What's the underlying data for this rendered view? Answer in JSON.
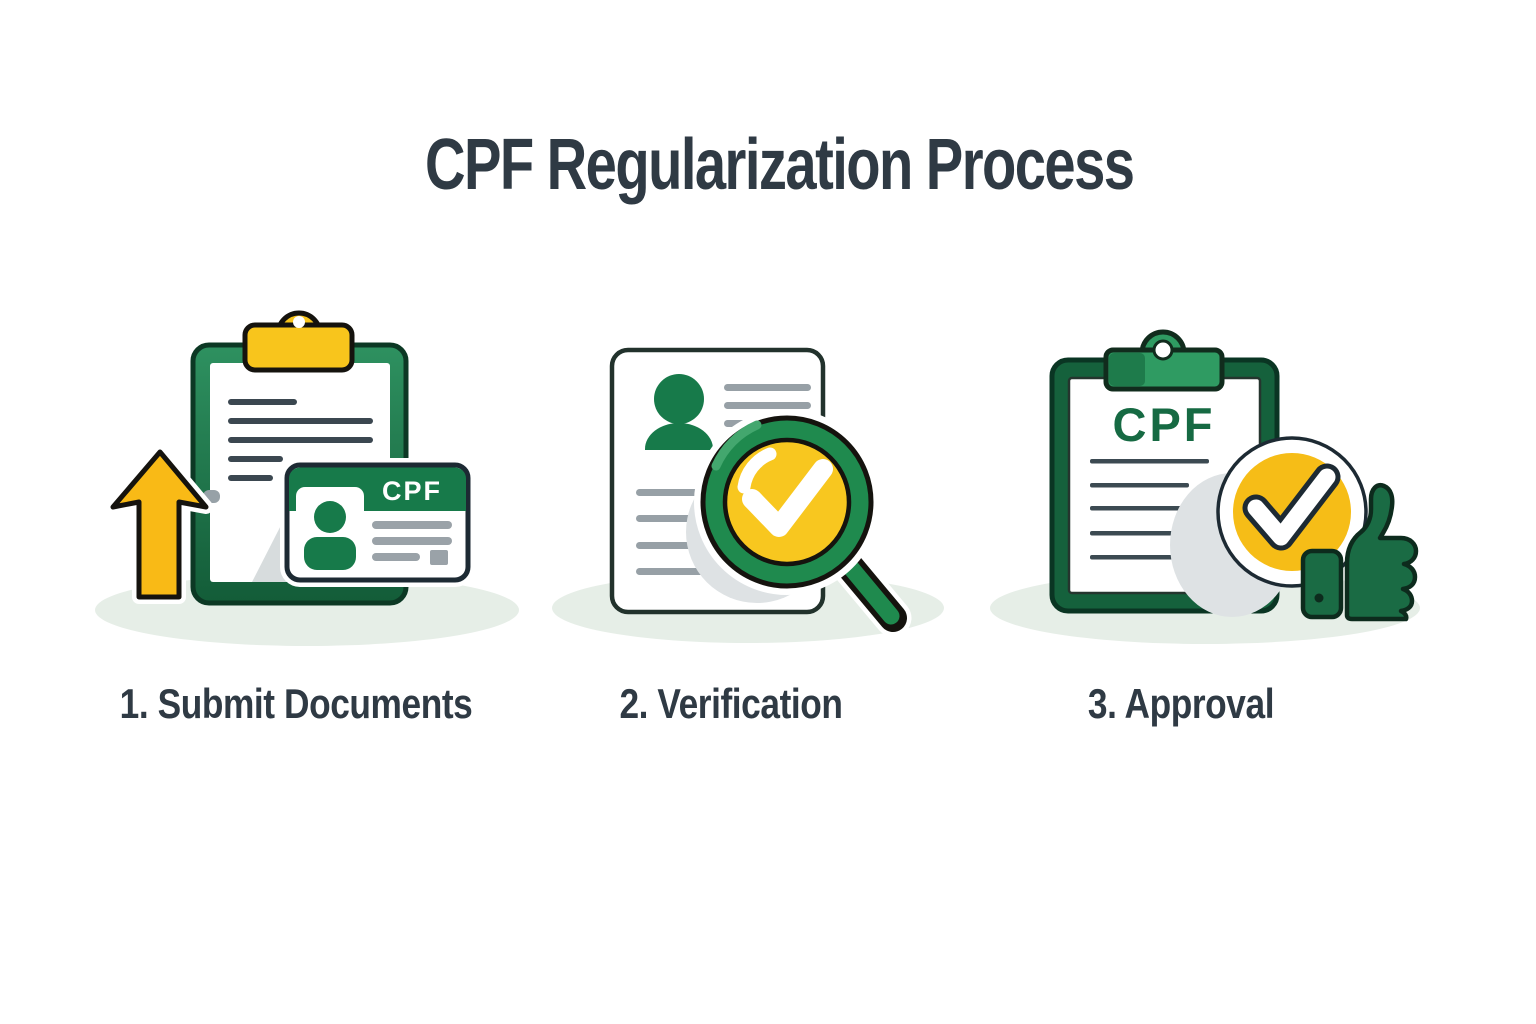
{
  "title": "CPF Regularization Process",
  "steps": [
    {
      "label": "1. Submit Documents",
      "icon": "clipboard-upload-cpf-card-icon"
    },
    {
      "label": "2. Verification",
      "icon": "document-magnifier-check-icon"
    },
    {
      "label": "3. Approval",
      "icon": "clipboard-check-thumbs-up-icon"
    }
  ],
  "graphics": {
    "card_text": "CPF",
    "clipboard_text": "CPF"
  },
  "colors": {
    "text_dark": "#2f3a44",
    "green_primary": "#177a4a",
    "green_light": "#2f9b62",
    "green_dark": "#15613c",
    "outline_dark": "#15130e",
    "yellow_clip": "#f8c51c",
    "yellow_arrow": "#f9ba16",
    "yellow_lens": "#f8c71f",
    "yellow_badge": "#f6bd17",
    "gray_line": "#9aa2a8",
    "slate_line": "#3b4750",
    "shadow_ellipse": "#e6eee7",
    "shadow_blob": "#dee2e4",
    "background": "#ffffff"
  }
}
